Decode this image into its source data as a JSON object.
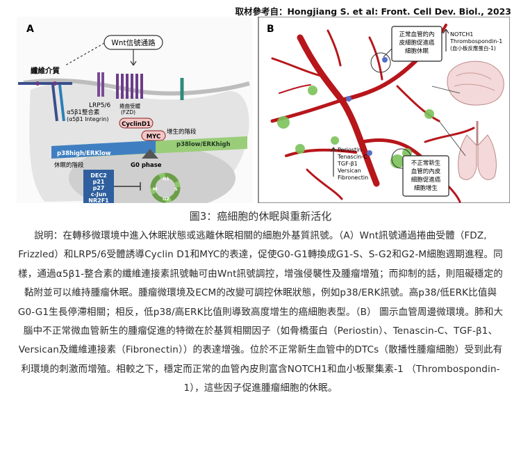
{
  "source": "取材參考自：Hongjiang S. et al: Front. Cell Dev. Biol., 2023",
  "figure_caption": "圖3：癌細胞的休眠與重新活化",
  "description_label": "說明：",
  "description": "在轉移微環境中進入休眠狀態或逃離休眠相關的細胞外基質訊號。（A）Wnt訊號通過捲曲受體（FDZ, Frizzled）和LRP5/6受體誘導Cyclin D1和MYC的表達，促使G0-G1轉換成G1-S、S-G2和G2-M細胞週期進程。同樣，通過α5β1-整合素的纖維連接素訊號軸可由Wnt訊號調控，增強侵襲性及腫瘤增殖；而抑制的話，則阻礙穩定的黏附並可以維持腫瘤休眠。腫瘤微環境及ECM的改變可調控休眠狀態，例如p38/ERK訊號。高p38/低ERK比值與G0-G1生長停滯相關；相反，低p38/高ERK比值則導致高度增生的癌細胞表型。（B） 圖示血管周邊微環境。肺和大腦中不正常微血管新生的腫瘤促進的特徵在於基質相關因子（如骨橋蛋白（Periostin）、Tenascin-C、TGF-β1、Versican及纖維連接素（Fibronectin））的表達增強。位於不正常新生血管中的DTCs（散播性腫瘤細胞）受到此有利環境的刺激而增殖。相較之下，穩定而正常的血管內皮則富含NOTCH1和血小板聚集素-1 （Thrombospondin-1），這些因子促進腫瘤細胞的休眠。",
  "panel_a": {
    "label": "A",
    "wnt": "Wnt信號通路",
    "fibronectin": "纖維介質",
    "lrp": "LRP5/6",
    "fzd_line1": "捲曲受體",
    "fzd_line2": "(FZD)",
    "cyclin": "CyclinD1",
    "myc": "MYC",
    "integrin_line1": "α5β1整合素",
    "integrin_line2": "(α5β1 Integrin)",
    "growth": "增生的階段",
    "p38_low": "p38low/ERKhigh",
    "p38_high": "p38high/ERKlow",
    "dormant": "休眠的階段",
    "genes": [
      "DEC2",
      "p21",
      "p27",
      "c-Jun",
      "NR2F1"
    ],
    "g0": "G0 phase",
    "phases": [
      "G1",
      "S",
      "G2",
      "M"
    ]
  },
  "panel_b": {
    "label": "B",
    "box_abnormal": [
      "正常血管的內",
      "皮細胞促進癌",
      "細胞休眠"
    ],
    "notch_list": [
      "NOTCH1",
      "Thrombospondin-1",
      "(血小板反應蛋白-1)"
    ],
    "factor_list": [
      "Periostin",
      "Tenascin-C",
      "TGF-β1",
      "Versican",
      "Fibronectin"
    ],
    "box_growth": [
      "不正常新生",
      "血管的內皮",
      "細胞促進癌",
      "細胞增生"
    ]
  },
  "colors": {
    "vessel": "#b7161b",
    "p38_bar": "#3f7fc1",
    "growth_bar": "#8cc66a",
    "cell_bg": "#e8e8e8",
    "green_cell": "#7cc35a"
  }
}
